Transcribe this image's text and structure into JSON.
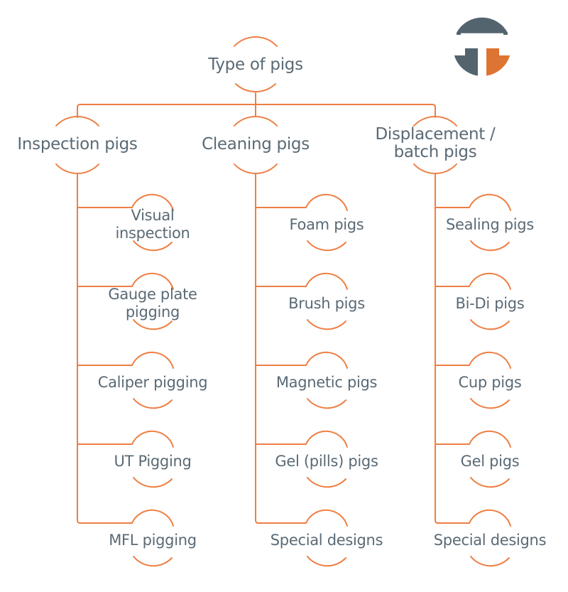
{
  "colors": {
    "line_orange": "#EE7F44",
    "logo_orange": "#DE7433",
    "text_slate": "#5A6A75",
    "logo_slate": "#54646F"
  },
  "logo": {
    "name": "t-mark-logo"
  },
  "tree": {
    "root": {
      "label": "Type of pigs"
    },
    "branches": [
      {
        "label": "Inspection pigs",
        "children": [
          "Visual\ninspection",
          "Gauge plate\npigging",
          "Caliper pigging",
          "UT Pigging",
          "MFL pigging"
        ]
      },
      {
        "label": "Cleaning pigs",
        "children": [
          "Foam pigs",
          "Brush pigs",
          "Magnetic pigs",
          "Gel (pills) pigs",
          "Special designs"
        ]
      },
      {
        "label": "Displacement /\nbatch pigs",
        "children": [
          "Sealing pigs",
          "Bi-Di pigs",
          "Cup pigs",
          "Gel pigs",
          "Special designs"
        ]
      }
    ]
  }
}
